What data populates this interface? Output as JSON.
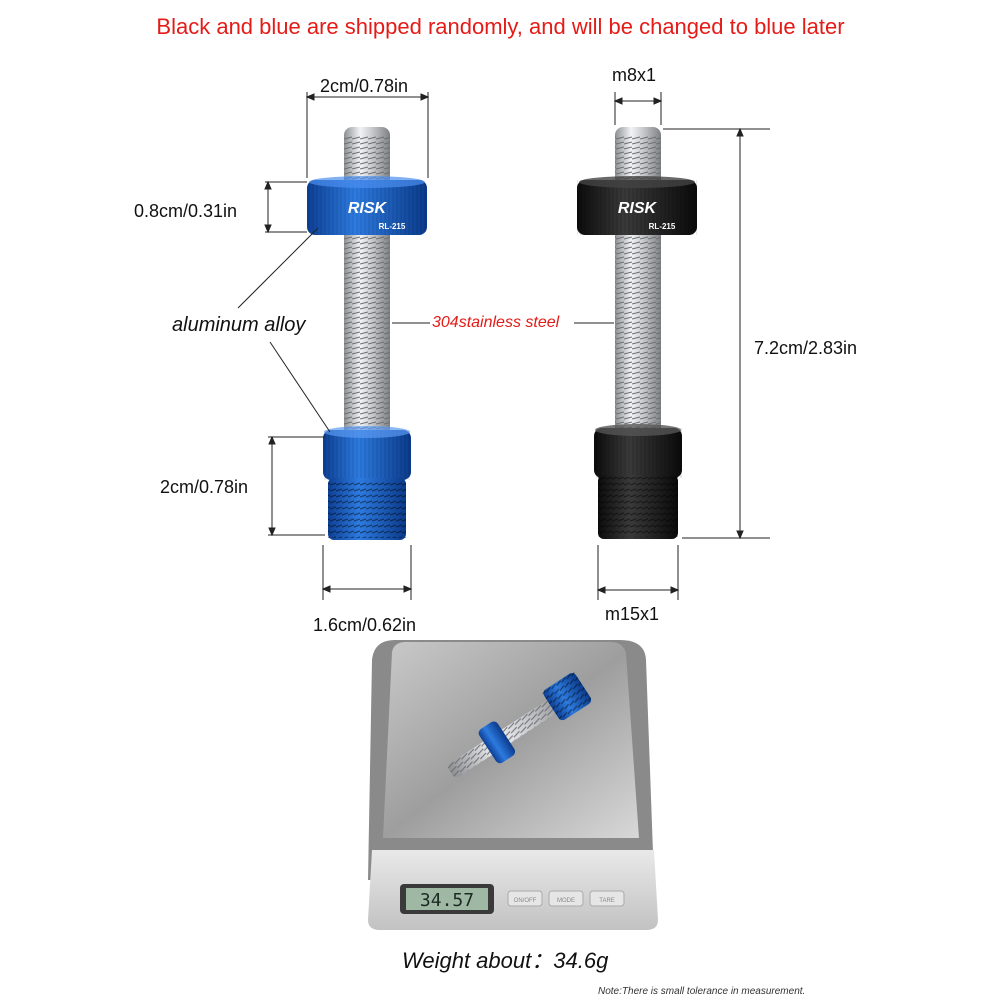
{
  "banner": {
    "text": "Black and blue are shipped randomly, and will be changed to blue later",
    "color": "#e41b17"
  },
  "dimensions": {
    "top_width": "2cm/0.78in",
    "cap_height": "0.8cm/0.31in",
    "base_height": "2cm/0.78in",
    "base_width": "1.6cm/0.62in",
    "top_thread": "m8x1",
    "total_length": "7.2cm/2.83in",
    "bottom_thread": "m15x1"
  },
  "materials": {
    "alloy": "aluminum alloy",
    "steel": "304stainless steel",
    "steel_color": "#e41b17"
  },
  "products": {
    "blue_brand": "RISK",
    "blue_model": "RL-215",
    "black_brand": "RISK",
    "black_model": "RL-215",
    "blue_color": "#1a5fc4",
    "black_color": "#1c1c1c"
  },
  "scale": {
    "display": "34.57",
    "buttons": [
      "ON/OFF",
      "MODE",
      "TARE"
    ]
  },
  "weight": {
    "label": "Weight about：",
    "value": "34.6g"
  },
  "note": "Note:There is small tolerance in measurement."
}
